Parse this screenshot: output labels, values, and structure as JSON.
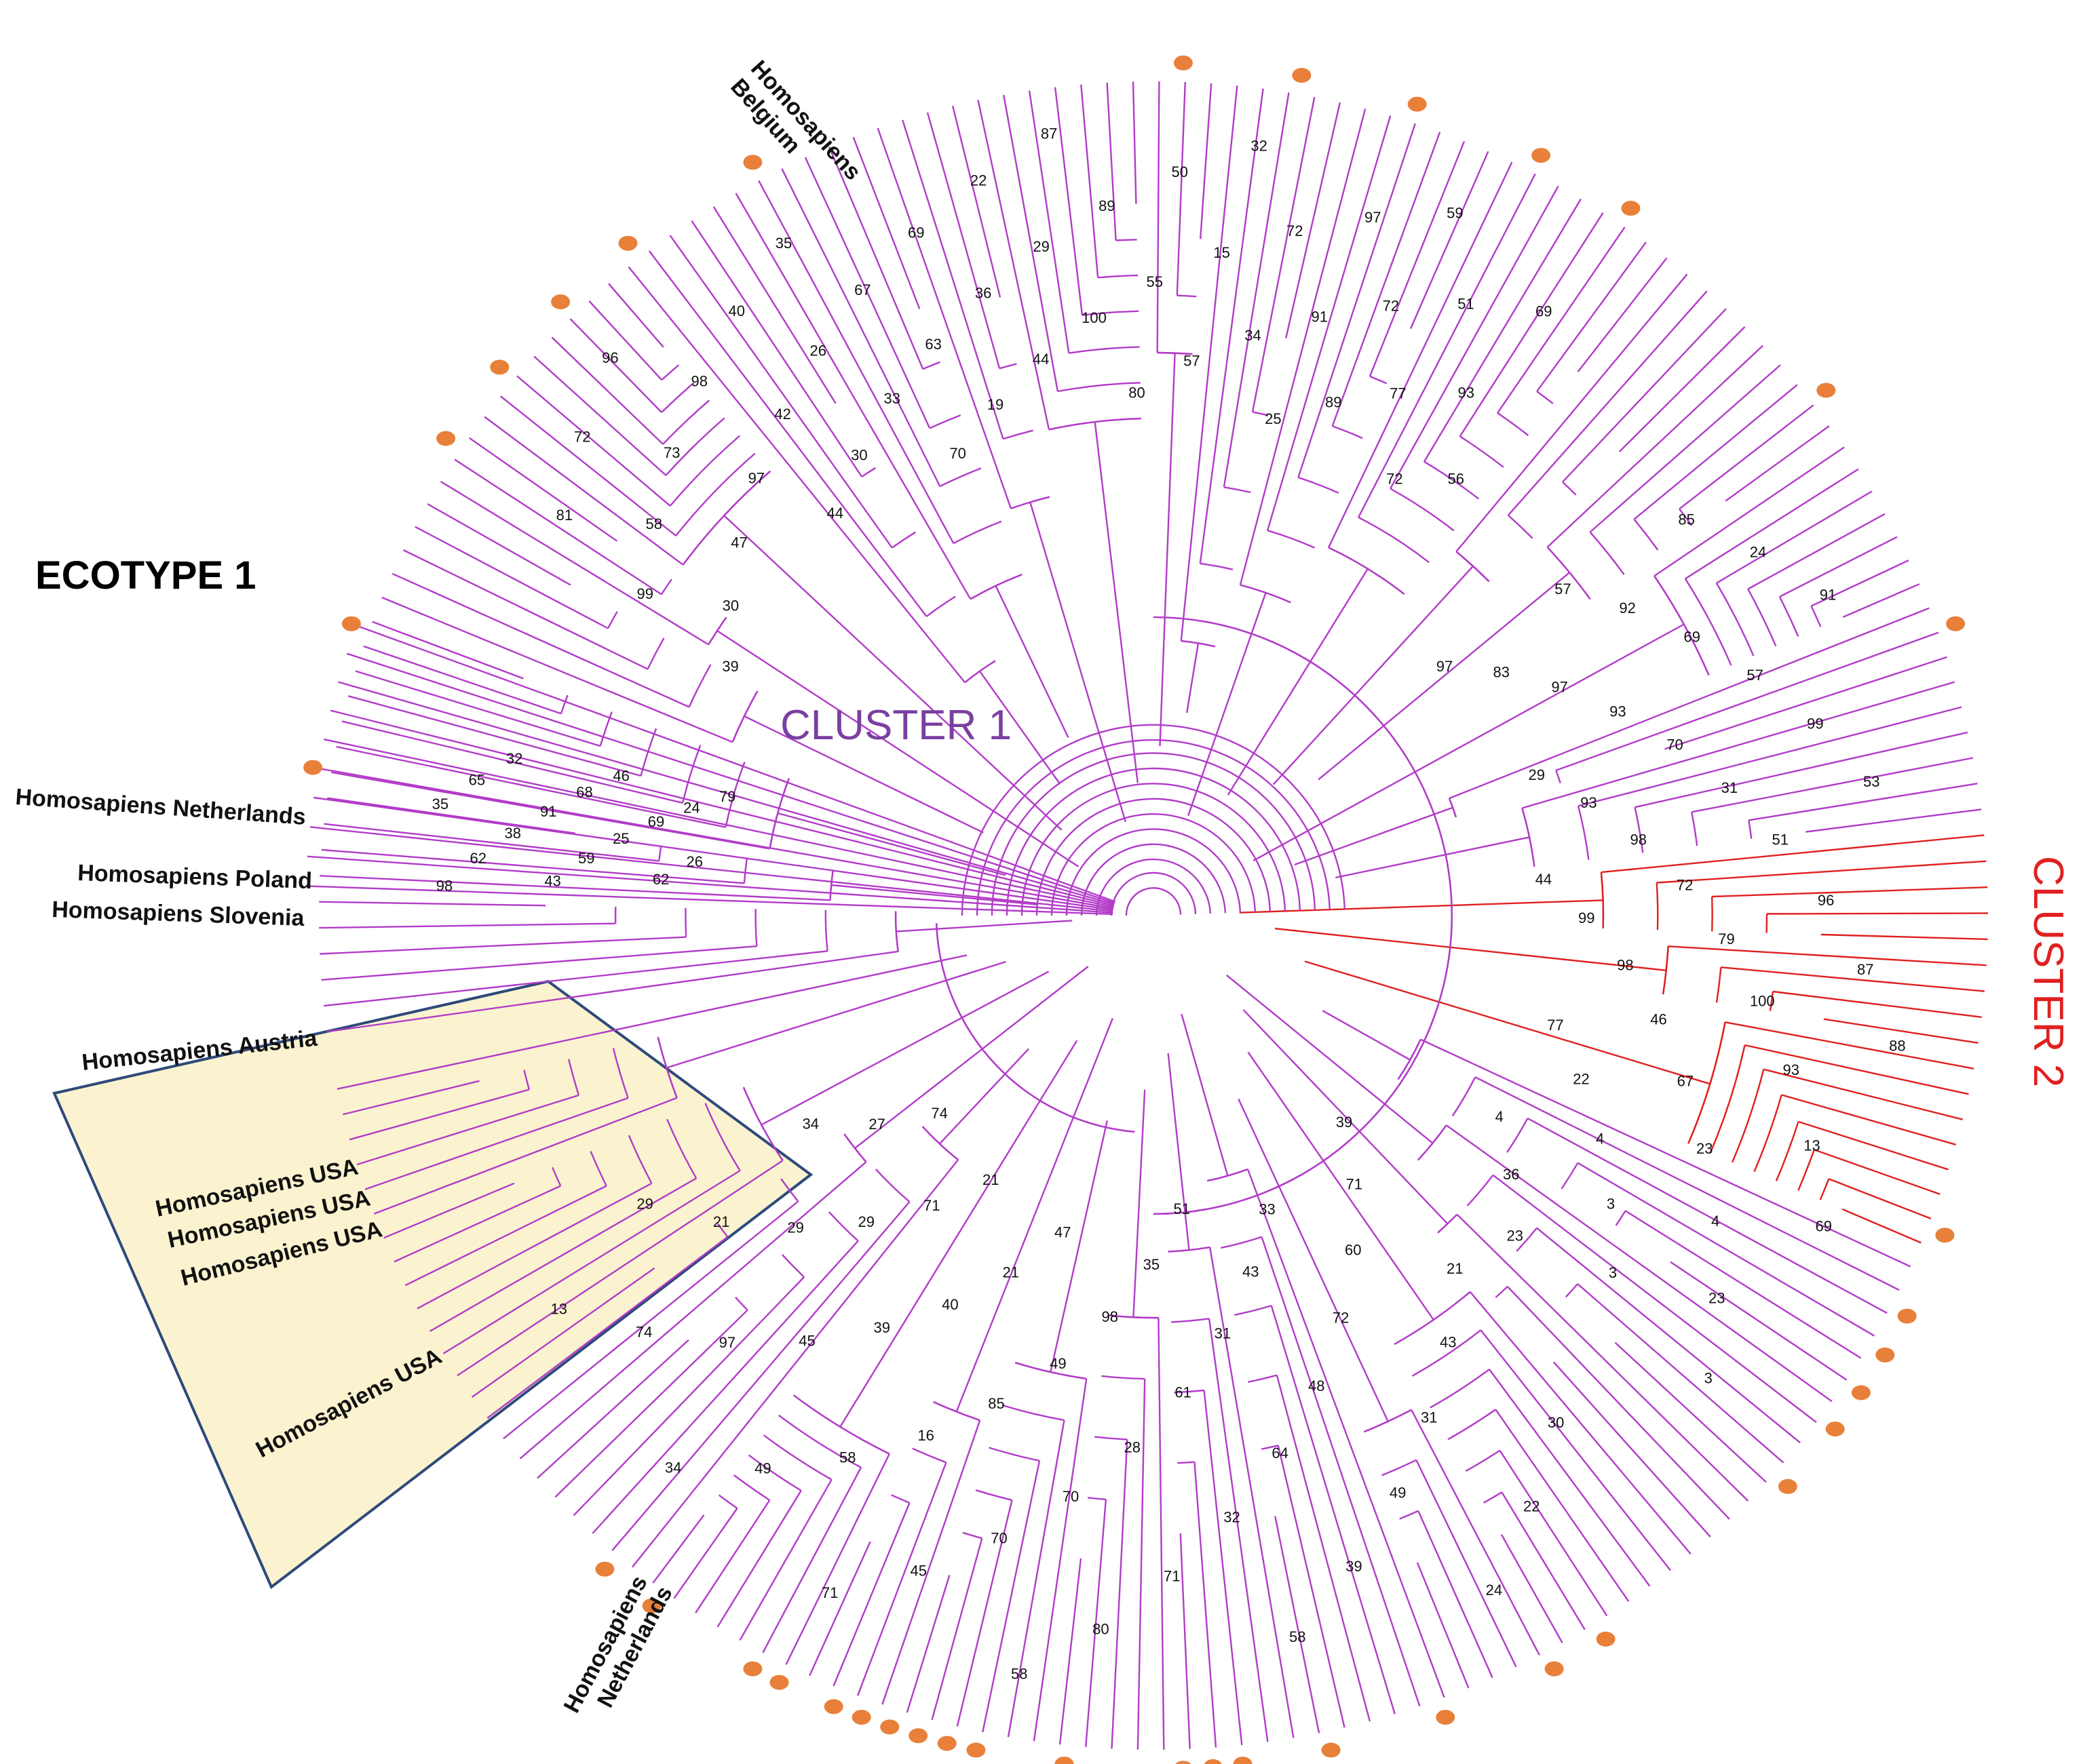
{
  "labels": {
    "ecotype": "ECOTYPE 1",
    "cluster1": "CLUSTER 1",
    "cluster2": "CLUSTER 2",
    "belgium_line1": "Homosapiens",
    "belgium_line2": "Belgium",
    "netherlands_left": "Homosapiens Netherlands",
    "poland": "Homosapiens Poland",
    "slovenia": "Homosapiens  Slovenia",
    "austria": "Homosapiens Austria",
    "usa1": "Homosapiens USA",
    "usa2": "Homosapiens USA",
    "usa3": "Homosapiens USA",
    "usa4": "Homosapiens USA",
    "netherlands_bottom_line1": "Homosapiens",
    "netherlands_bottom_line2": "Netherlands"
  },
  "colors": {
    "tree": "#b23cc8",
    "cluster2": "#e02020",
    "box_fill": "#fbf3cf",
    "box_stroke": "#2d4a7a",
    "marker": "#e8803a"
  },
  "bootstrap": {
    "top": [
      "39",
      "99",
      "81",
      "30",
      "58",
      "72",
      "47",
      "73",
      "96",
      "97",
      "98",
      "44",
      "42",
      "40",
      "30",
      "26",
      "35",
      "33",
      "67",
      "70",
      "63",
      "69",
      "19",
      "36",
      "22",
      "44",
      "29",
      "87",
      "100",
      "89",
      "80",
      "55",
      "50",
      "57",
      "15",
      "32",
      "34",
      "72",
      "25",
      "91",
      "97",
      "89",
      "72",
      "59",
      "77",
      "51",
      "72",
      "93",
      "69",
      "56"
    ],
    "left": [
      "79",
      "46",
      "32",
      "24",
      "68",
      "65",
      "69",
      "91",
      "35",
      "25",
      "38",
      "26",
      "59",
      "62",
      "62",
      "43",
      "98"
    ],
    "right": [
      "97",
      "57",
      "85",
      "83",
      "92",
      "24",
      "97",
      "69",
      "91",
      "93",
      "57",
      "29",
      "70",
      "99",
      "93",
      "31",
      "53",
      "98",
      "51",
      "44",
      "72",
      "96",
      "99",
      "79",
      "87",
      "98",
      "100",
      "88",
      "46",
      "93",
      "77",
      "67",
      "13",
      "22",
      "23",
      "69",
      "4",
      "4",
      "4",
      "3",
      "23",
      "36",
      "3",
      "3",
      "23"
    ],
    "bottom": [
      "39",
      "21",
      "30",
      "71",
      "43",
      "22",
      "60",
      "31",
      "24",
      "72",
      "49",
      "33",
      "48",
      "39",
      "43",
      "64",
      "58",
      "31",
      "32",
      "51",
      "61",
      "71",
      "35",
      "28",
      "80",
      "98",
      "70",
      "58",
      "49",
      "70",
      "47",
      "85",
      "45",
      "21",
      "16",
      "71",
      "40",
      "58",
      "21",
      "39",
      "49",
      "71",
      "45",
      "34",
      "29",
      "97",
      "74",
      "29",
      "74",
      "27",
      "21",
      "13",
      "34",
      "29"
    ]
  }
}
